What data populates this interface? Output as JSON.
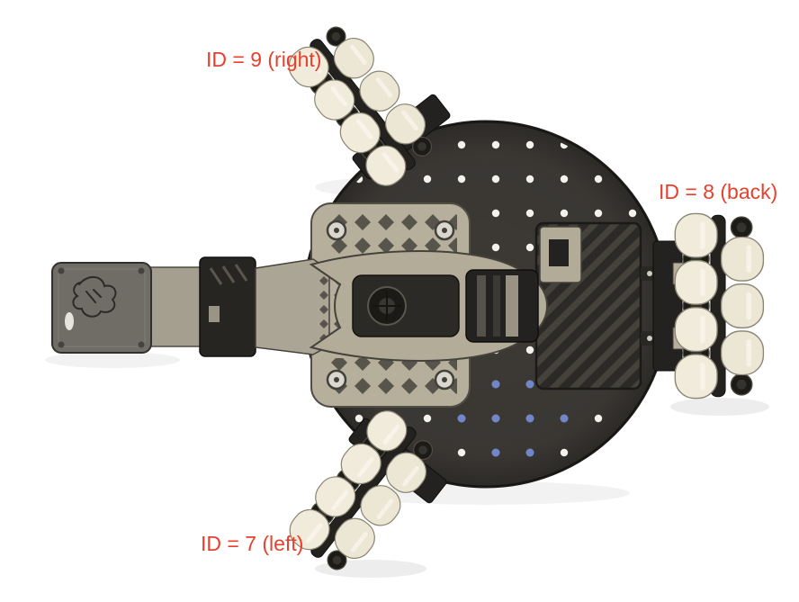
{
  "annotations": {
    "wheel_9": "ID = 9 (right)",
    "wheel_8": "ID = 8 (back)",
    "wheel_7": "ID = 7 (left)"
  },
  "colors": {
    "annotation_text": "#e8402c",
    "base_plate": "#3d3a36",
    "plate_hole_white": "#f4f2ec",
    "plate_hole_blue": "#7186c9",
    "structure_tan": "#b3ac99",
    "bracket_tan": "#b6af9c",
    "roller_cream": "#f0ead9",
    "dark_hardware": "#262522",
    "background": "#ffffff"
  }
}
